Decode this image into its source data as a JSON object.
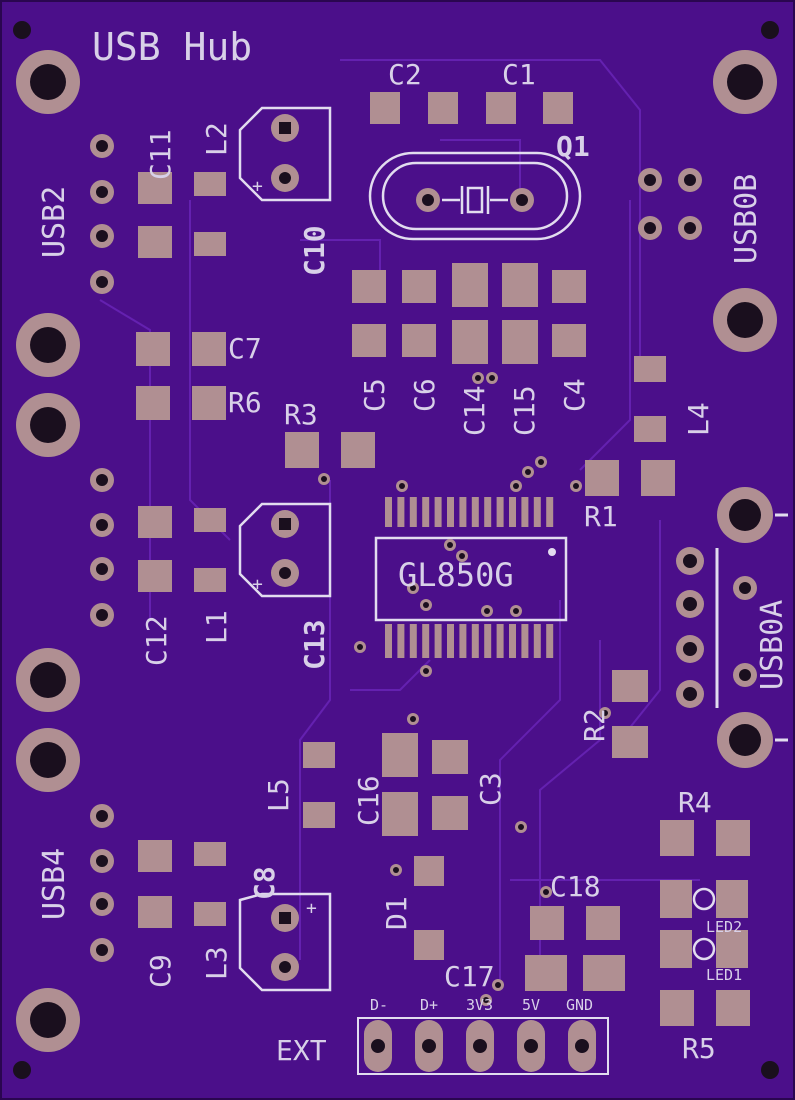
{
  "board": {
    "title": "USB Hub",
    "chip": "GL850G",
    "connectors": {
      "usb2": "USB2",
      "usb4": "USB4",
      "usb0a": "USB0A",
      "usb0b": "USB0B",
      "ext": "EXT"
    },
    "ext_pins": [
      "D-",
      "D+",
      "3V3",
      "5V",
      "GND"
    ],
    "components": {
      "c1": "C1",
      "c2": "C2",
      "c3": "C3",
      "c4": "C4",
      "c5": "C5",
      "c6": "C6",
      "c7": "C7",
      "c8": "C8",
      "c9": "C9",
      "c10": "C10",
      "c11": "C11",
      "c12": "C12",
      "c13": "C13",
      "c14": "C14",
      "c15": "C15",
      "c16": "C16",
      "c17": "C17",
      "c18": "C18",
      "l1": "L1",
      "l2": "L2",
      "l3": "L3",
      "l4": "L4",
      "l5": "L5",
      "r1": "R1",
      "r2": "R2",
      "r3": "R3",
      "r4": "R4",
      "r5": "R5",
      "r6": "R6",
      "q1": "Q1",
      "d1": "D1",
      "led1": "LED1",
      "led2": "LED2"
    },
    "colors": {
      "substrate": "#4b0f8a",
      "pad": "#b08f92",
      "silkscreen": "#d8d0e8"
    }
  }
}
